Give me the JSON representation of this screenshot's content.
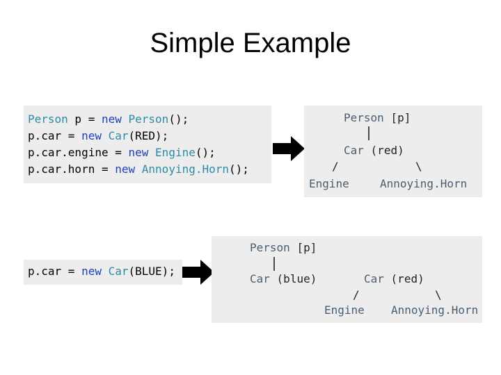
{
  "title": "Simple Example",
  "snippet1": {
    "lines": [
      [
        {
          "t": "Person",
          "c": "ty"
        },
        {
          "t": " p = ",
          "c": ""
        },
        {
          "t": "new",
          "c": "kw"
        },
        {
          "t": " ",
          "c": ""
        },
        {
          "t": "Person",
          "c": "ty"
        },
        {
          "t": "();",
          "c": ""
        }
      ],
      [
        {
          "t": "p.car = ",
          "c": ""
        },
        {
          "t": "new",
          "c": "kw"
        },
        {
          "t": " ",
          "c": ""
        },
        {
          "t": "Car",
          "c": "ty"
        },
        {
          "t": "(RED);",
          "c": ""
        }
      ],
      [
        {
          "t": "p.car.engine = ",
          "c": ""
        },
        {
          "t": "new",
          "c": "kw"
        },
        {
          "t": " ",
          "c": ""
        },
        {
          "t": "Engine",
          "c": "ty"
        },
        {
          "t": "();",
          "c": ""
        }
      ],
      [
        {
          "t": "p.car.horn = ",
          "c": ""
        },
        {
          "t": "new",
          "c": "kw"
        },
        {
          "t": " ",
          "c": ""
        },
        {
          "t": "Annoying.Horn",
          "c": "ty"
        },
        {
          "t": "();",
          "c": ""
        }
      ]
    ]
  },
  "tree1": {
    "person_type": "Person",
    "person_var": "[p]",
    "car_type": "Car",
    "car_color": "(red)",
    "left_edge": "/",
    "right_edge": "\\",
    "engine": "Engine",
    "horn": "Annoying.Horn"
  },
  "snippet2": {
    "lines": [
      [
        {
          "t": "p.car = ",
          "c": ""
        },
        {
          "t": "new",
          "c": "kw"
        },
        {
          "t": " ",
          "c": ""
        },
        {
          "t": "Car",
          "c": "ty"
        },
        {
          "t": "(BLUE);",
          "c": ""
        }
      ]
    ]
  },
  "tree2": {
    "person_type": "Person",
    "person_var": "[p]",
    "blue_car_type": "Car",
    "blue_car_color": "(blue)",
    "red_car_type": "Car",
    "red_car_color": "(red)",
    "left_edge": "/",
    "right_edge": "\\",
    "engine": "Engine",
    "horn": "Annoying.Horn"
  },
  "colors": {
    "panel_bg": "#ededed",
    "keyword": "#1f3fb5",
    "type": "#2d8aa6",
    "arrow": "#000000"
  },
  "icons": [
    "right-arrow-icon",
    "right-arrow-icon"
  ]
}
